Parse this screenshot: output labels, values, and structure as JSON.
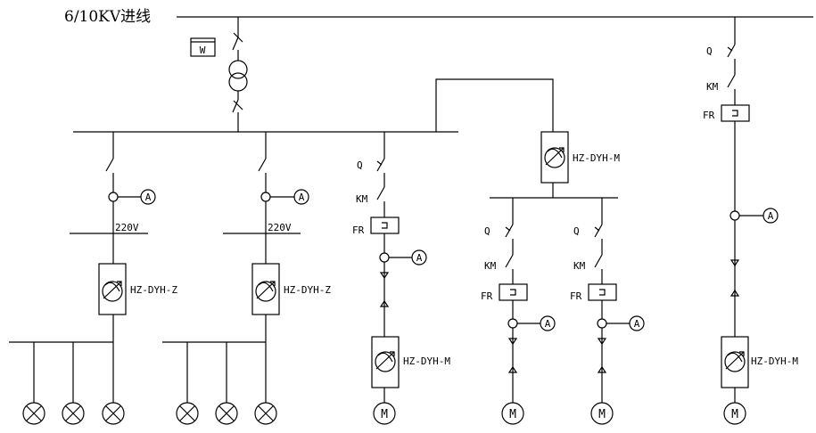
{
  "title": "6/10KV进线",
  "meter_label": "W",
  "voltage_label": "220V",
  "ammeter_symbol": "A",
  "motor_symbol": "M",
  "labels": {
    "breaker": "Q",
    "contactor": "KM",
    "relay": "FR"
  },
  "devices": {
    "lighting_controller": "HZ-DYH-Z",
    "motor_controller": "HZ-DYH-M"
  }
}
